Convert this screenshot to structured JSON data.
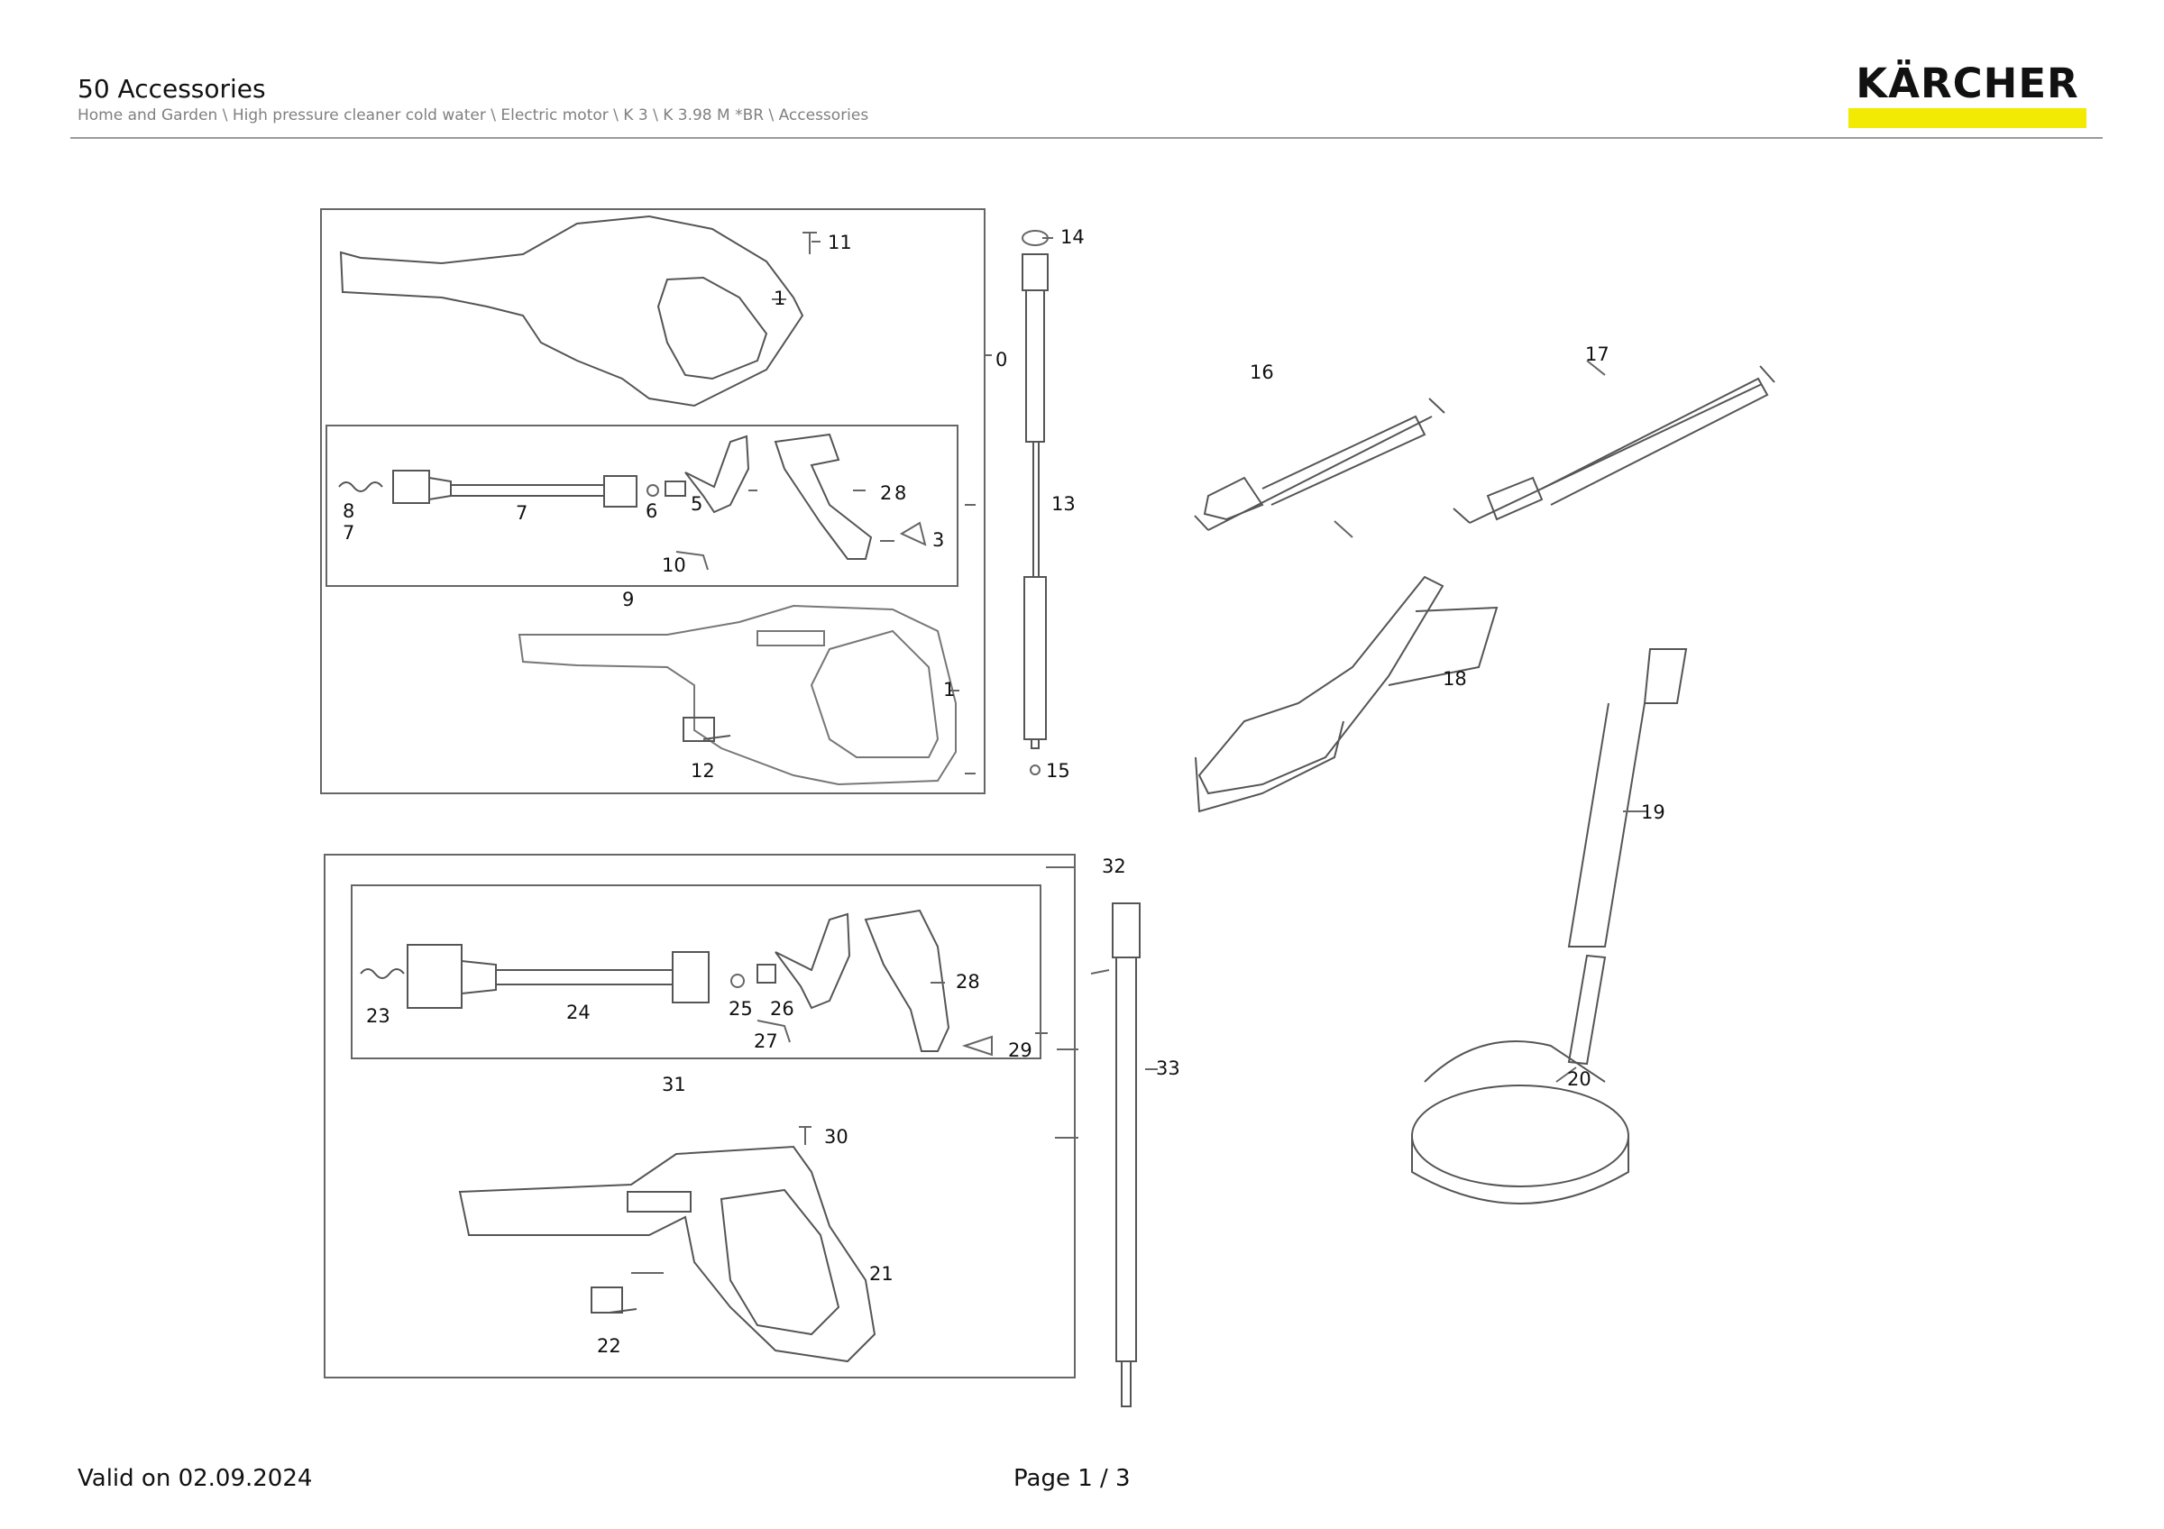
{
  "header": {
    "title": "50 Accessories",
    "breadcrumb": "Home and Garden \\ High pressure cleaner cold water \\ Electric motor \\ K 3 \\ K 3.98 M *BR \\ Accessories",
    "logo_text": "KÄRCHER",
    "brand_color": "#f2ea00"
  },
  "diagram": {
    "part_numbers": [
      "0",
      "1",
      "2",
      "3",
      "5",
      "6",
      "7",
      "8",
      "9",
      "10",
      "11",
      "12",
      "13",
      "14",
      "15",
      "16",
      "17",
      "18",
      "19",
      "20",
      "21",
      "22",
      "23",
      "24",
      "25",
      "26",
      "27",
      "28",
      "29",
      "30",
      "31",
      "32",
      "33"
    ],
    "gun_logo_text": "KÄRCHER"
  },
  "footer": {
    "valid": "Valid on 02.09.2024",
    "page": "Page 1 / 3"
  }
}
